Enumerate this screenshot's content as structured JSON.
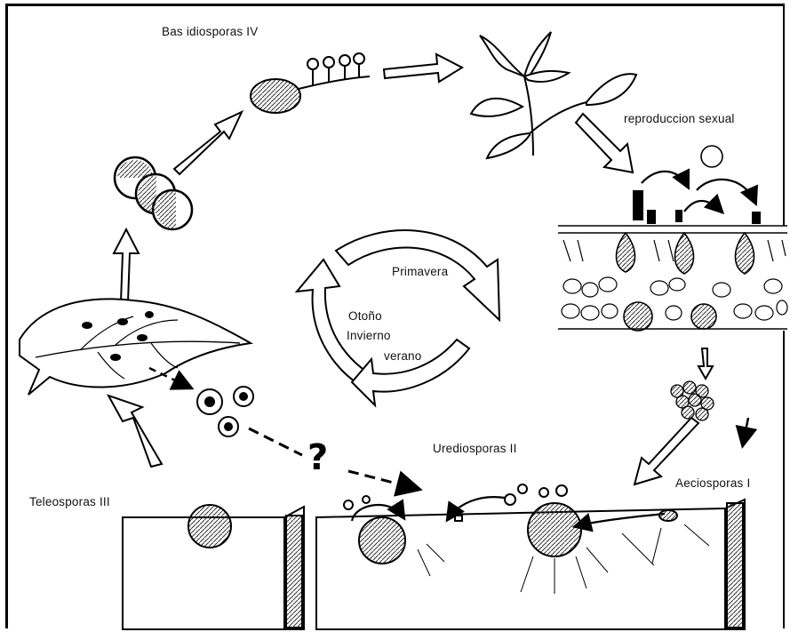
{
  "labels": {
    "basidiosporas": "Bas idiosporas IV",
    "reproduccion": "reproduccion sexual",
    "primavera": "Primavera",
    "otono": "Otoño",
    "invierno": "Invierno",
    "verano": "verano",
    "urediosporas": "Urediosporas II",
    "teleosporas": "Teleosporas III",
    "aeciosporas": "Aeciosporas I",
    "question": "?"
  },
  "colors": {
    "ink": "#000000",
    "background": "#ffffff"
  }
}
